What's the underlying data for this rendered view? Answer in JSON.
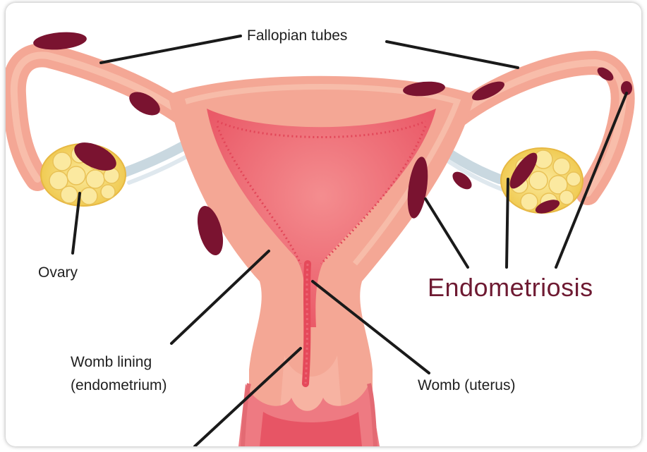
{
  "labels": {
    "fallopian_tubes": "Fallopian tubes",
    "ovary": "Ovary",
    "endometriosis": "Endometriosis",
    "womb_lining_line1": "Womb lining",
    "womb_lining_line2": "(endometrium)",
    "womb_uterus": "Womb (uterus)"
  },
  "colors": {
    "tissue": "#f4a795",
    "tissue_light": "#f9c9b8",
    "cavity": "#f06a74",
    "cavity_deep": "#e5495a",
    "lesion": "#7a1330",
    "ovary": "#f6d873",
    "ligament": "#c9d8e0",
    "label_accent": "#6e1a32"
  }
}
